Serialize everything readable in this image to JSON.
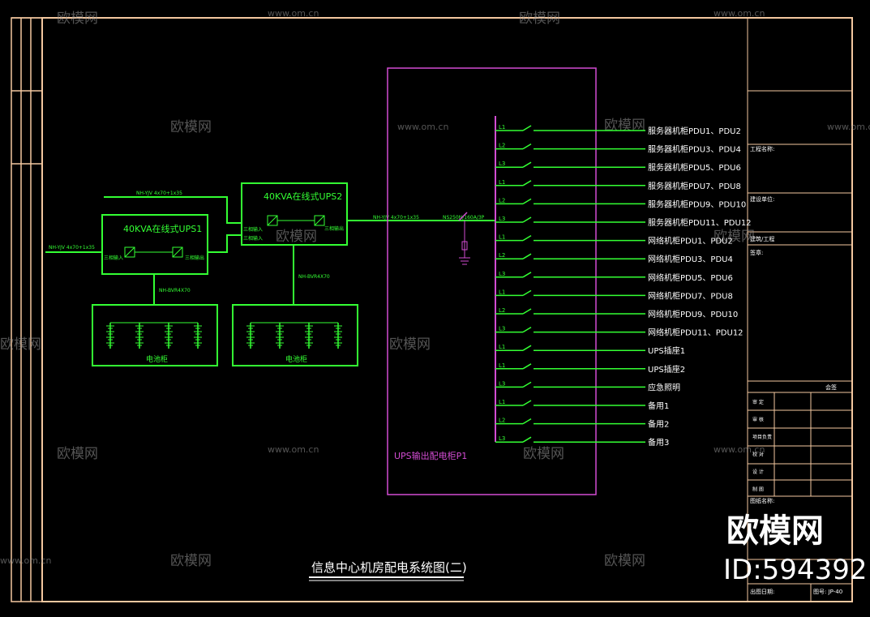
{
  "title": "信息中心机房配电系统图(二)",
  "colors": {
    "frame": "#f4c8a0",
    "green": "#33ff33",
    "magenta": "#d24cd2",
    "white": "#ffffff",
    "wm": "#9a9a9a"
  },
  "ups1": {
    "label": "40KVA在线式UPS1",
    "in_label": "三相输入",
    "out_label": "三相输出",
    "cable_in": "NH-YJV 4x70+1x35",
    "cable_batt": "NH-BVR4X70",
    "battery_label": "电池柜"
  },
  "ups2": {
    "label": "40KVA在线式UPS2",
    "in1": "三相输入",
    "in2": "三相输入",
    "out_label": "三相输出",
    "cable_in": "NH-YJV 4x70+1x35",
    "cable_batt": "NH-BVR4X70",
    "battery_label": "电池柜"
  },
  "main": {
    "cable": "NH-YJV 4x70+1x35",
    "breaker": "NS250N/160A/3P",
    "panel_label": "UPS输出配电柜P1"
  },
  "circuits": [
    {
      "phase": "L1",
      "dest": "服务器机柜PDU1、PDU2"
    },
    {
      "phase": "L2",
      "dest": "服务器机柜PDU3、PDU4"
    },
    {
      "phase": "L3",
      "dest": "服务器机柜PDU5、PDU6"
    },
    {
      "phase": "L1",
      "dest": "服务器机柜PDU7、PDU8"
    },
    {
      "phase": "L2",
      "dest": "服务器机柜PDU9、PDU10"
    },
    {
      "phase": "L3",
      "dest": "服务器机柜PDU11、PDU12"
    },
    {
      "phase": "L1",
      "dest": "网络机柜PDU1、PDU2"
    },
    {
      "phase": "L2",
      "dest": "网络机柜PDU3、PDU4"
    },
    {
      "phase": "L3",
      "dest": "网络机柜PDU5、PDU6"
    },
    {
      "phase": "L1",
      "dest": "网络机柜PDU7、PDU8"
    },
    {
      "phase": "L2",
      "dest": "网络机柜PDU9、PDU10"
    },
    {
      "phase": "L3",
      "dest": "网络机柜PDU11、PDU12"
    },
    {
      "phase": "L1",
      "dest": "UPS插座1"
    },
    {
      "phase": "L1",
      "dest": "UPS插座2"
    },
    {
      "phase": "L3",
      "dest": "应急照明"
    },
    {
      "phase": "L1",
      "dest": "备用1"
    },
    {
      "phase": "L2",
      "dest": "备用2"
    },
    {
      "phase": "L3",
      "dest": "备用3"
    }
  ],
  "title_block": {
    "project": "工程名称:",
    "unit": "建设单位:",
    "stage": "建筑/工程",
    "sign": "签章:",
    "seal": "会签",
    "rows": [
      "审 定",
      "审 核",
      "项目负责",
      "校 对",
      "设 计",
      "制 图"
    ],
    "drawing_name": "图纸名称:",
    "date": "出图日期:",
    "drawing_no": "图号: JP-40"
  },
  "watermark": {
    "brand": "欧模网",
    "url": "www.om.cn",
    "id": "ID:594392"
  }
}
